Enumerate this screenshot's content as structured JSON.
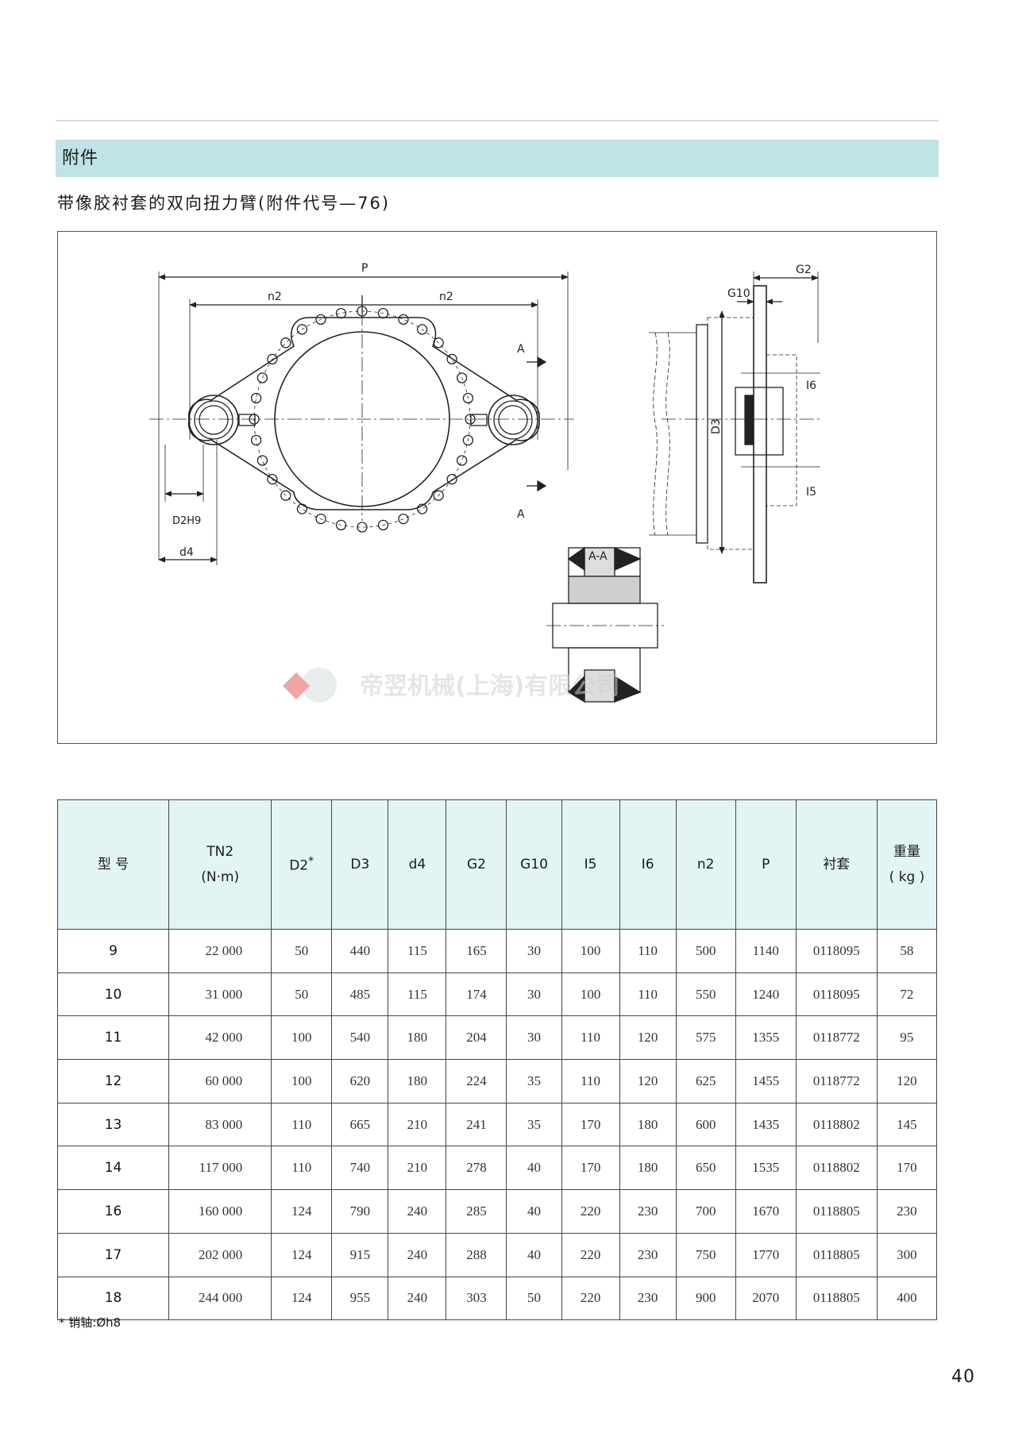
{
  "section": {
    "title": "附件"
  },
  "subtitle": "带像胶衬套的双向扭力臂(附件代号—76)",
  "drawing": {
    "labels": {
      "P": "P",
      "n2_left": "n2",
      "n2_right": "n2",
      "A_top": "A",
      "A_bottom": "A",
      "D2H9": "D2H9",
      "d4": "d4",
      "G2": "G2",
      "G10": "G10",
      "I6": "I6",
      "I5": "I5",
      "D3": "D3",
      "section": "A-A"
    },
    "watermark": "帝翌机械(上海)有限公司"
  },
  "table": {
    "headers": {
      "model": "型 号",
      "tn2_line1": "TN2",
      "tn2_line2": "(N·m)",
      "d2": "D2",
      "d2_mark": "*",
      "d3": "D3",
      "d4": "d4",
      "g2": "G2",
      "g10": "G10",
      "i5": "I5",
      "i6": "I6",
      "n2": "n2",
      "p": "P",
      "sleeve": "衬套",
      "weight_line1": "重量",
      "weight_line2": "( kg )"
    },
    "rows": [
      {
        "model": "9",
        "tn2": "22 000",
        "d2": "50",
        "d3": "440",
        "d4": "115",
        "g2": "165",
        "g10": "30",
        "i5": "100",
        "i6": "110",
        "n2": "500",
        "p": "1140",
        "sleeve": "0118095",
        "weight": "58"
      },
      {
        "model": "10",
        "tn2": "31 000",
        "d2": "50",
        "d3": "485",
        "d4": "115",
        "g2": "174",
        "g10": "30",
        "i5": "100",
        "i6": "110",
        "n2": "550",
        "p": "1240",
        "sleeve": "0118095",
        "weight": "72"
      },
      {
        "model": "11",
        "tn2": "42 000",
        "d2": "100",
        "d3": "540",
        "d4": "180",
        "g2": "204",
        "g10": "30",
        "i5": "110",
        "i6": "120",
        "n2": "575",
        "p": "1355",
        "sleeve": "0118772",
        "weight": "95"
      },
      {
        "model": "12",
        "tn2": "60 000",
        "d2": "100",
        "d3": "620",
        "d4": "180",
        "g2": "224",
        "g10": "35",
        "i5": "110",
        "i6": "120",
        "n2": "625",
        "p": "1455",
        "sleeve": "0118772",
        "weight": "120"
      },
      {
        "model": "13",
        "tn2": "83 000",
        "d2": "110",
        "d3": "665",
        "d4": "210",
        "g2": "241",
        "g10": "35",
        "i5": "170",
        "i6": "180",
        "n2": "600",
        "p": "1435",
        "sleeve": "0118802",
        "weight": "145"
      },
      {
        "model": "14",
        "tn2": "117 000",
        "d2": "110",
        "d3": "740",
        "d4": "210",
        "g2": "278",
        "g10": "40",
        "i5": "170",
        "i6": "180",
        "n2": "650",
        "p": "1535",
        "sleeve": "0118802",
        "weight": "170"
      },
      {
        "model": "16",
        "tn2": "160 000",
        "d2": "124",
        "d3": "790",
        "d4": "240",
        "g2": "285",
        "g10": "40",
        "i5": "220",
        "i6": "230",
        "n2": "700",
        "p": "1670",
        "sleeve": "0118805",
        "weight": "230"
      },
      {
        "model": "17",
        "tn2": "202 000",
        "d2": "124",
        "d3": "915",
        "d4": "240",
        "g2": "288",
        "g10": "40",
        "i5": "220",
        "i6": "230",
        "n2": "750",
        "p": "1770",
        "sleeve": "0118805",
        "weight": "300"
      },
      {
        "model": "18",
        "tn2": "244 000",
        "d2": "124",
        "d3": "955",
        "d4": "240",
        "g2": "303",
        "g10": "50",
        "i5": "220",
        "i6": "230",
        "n2": "900",
        "p": "2070",
        "sleeve": "0118805",
        "weight": "400"
      }
    ]
  },
  "footnote": "* 销轴:Øh8",
  "page_number": "40"
}
